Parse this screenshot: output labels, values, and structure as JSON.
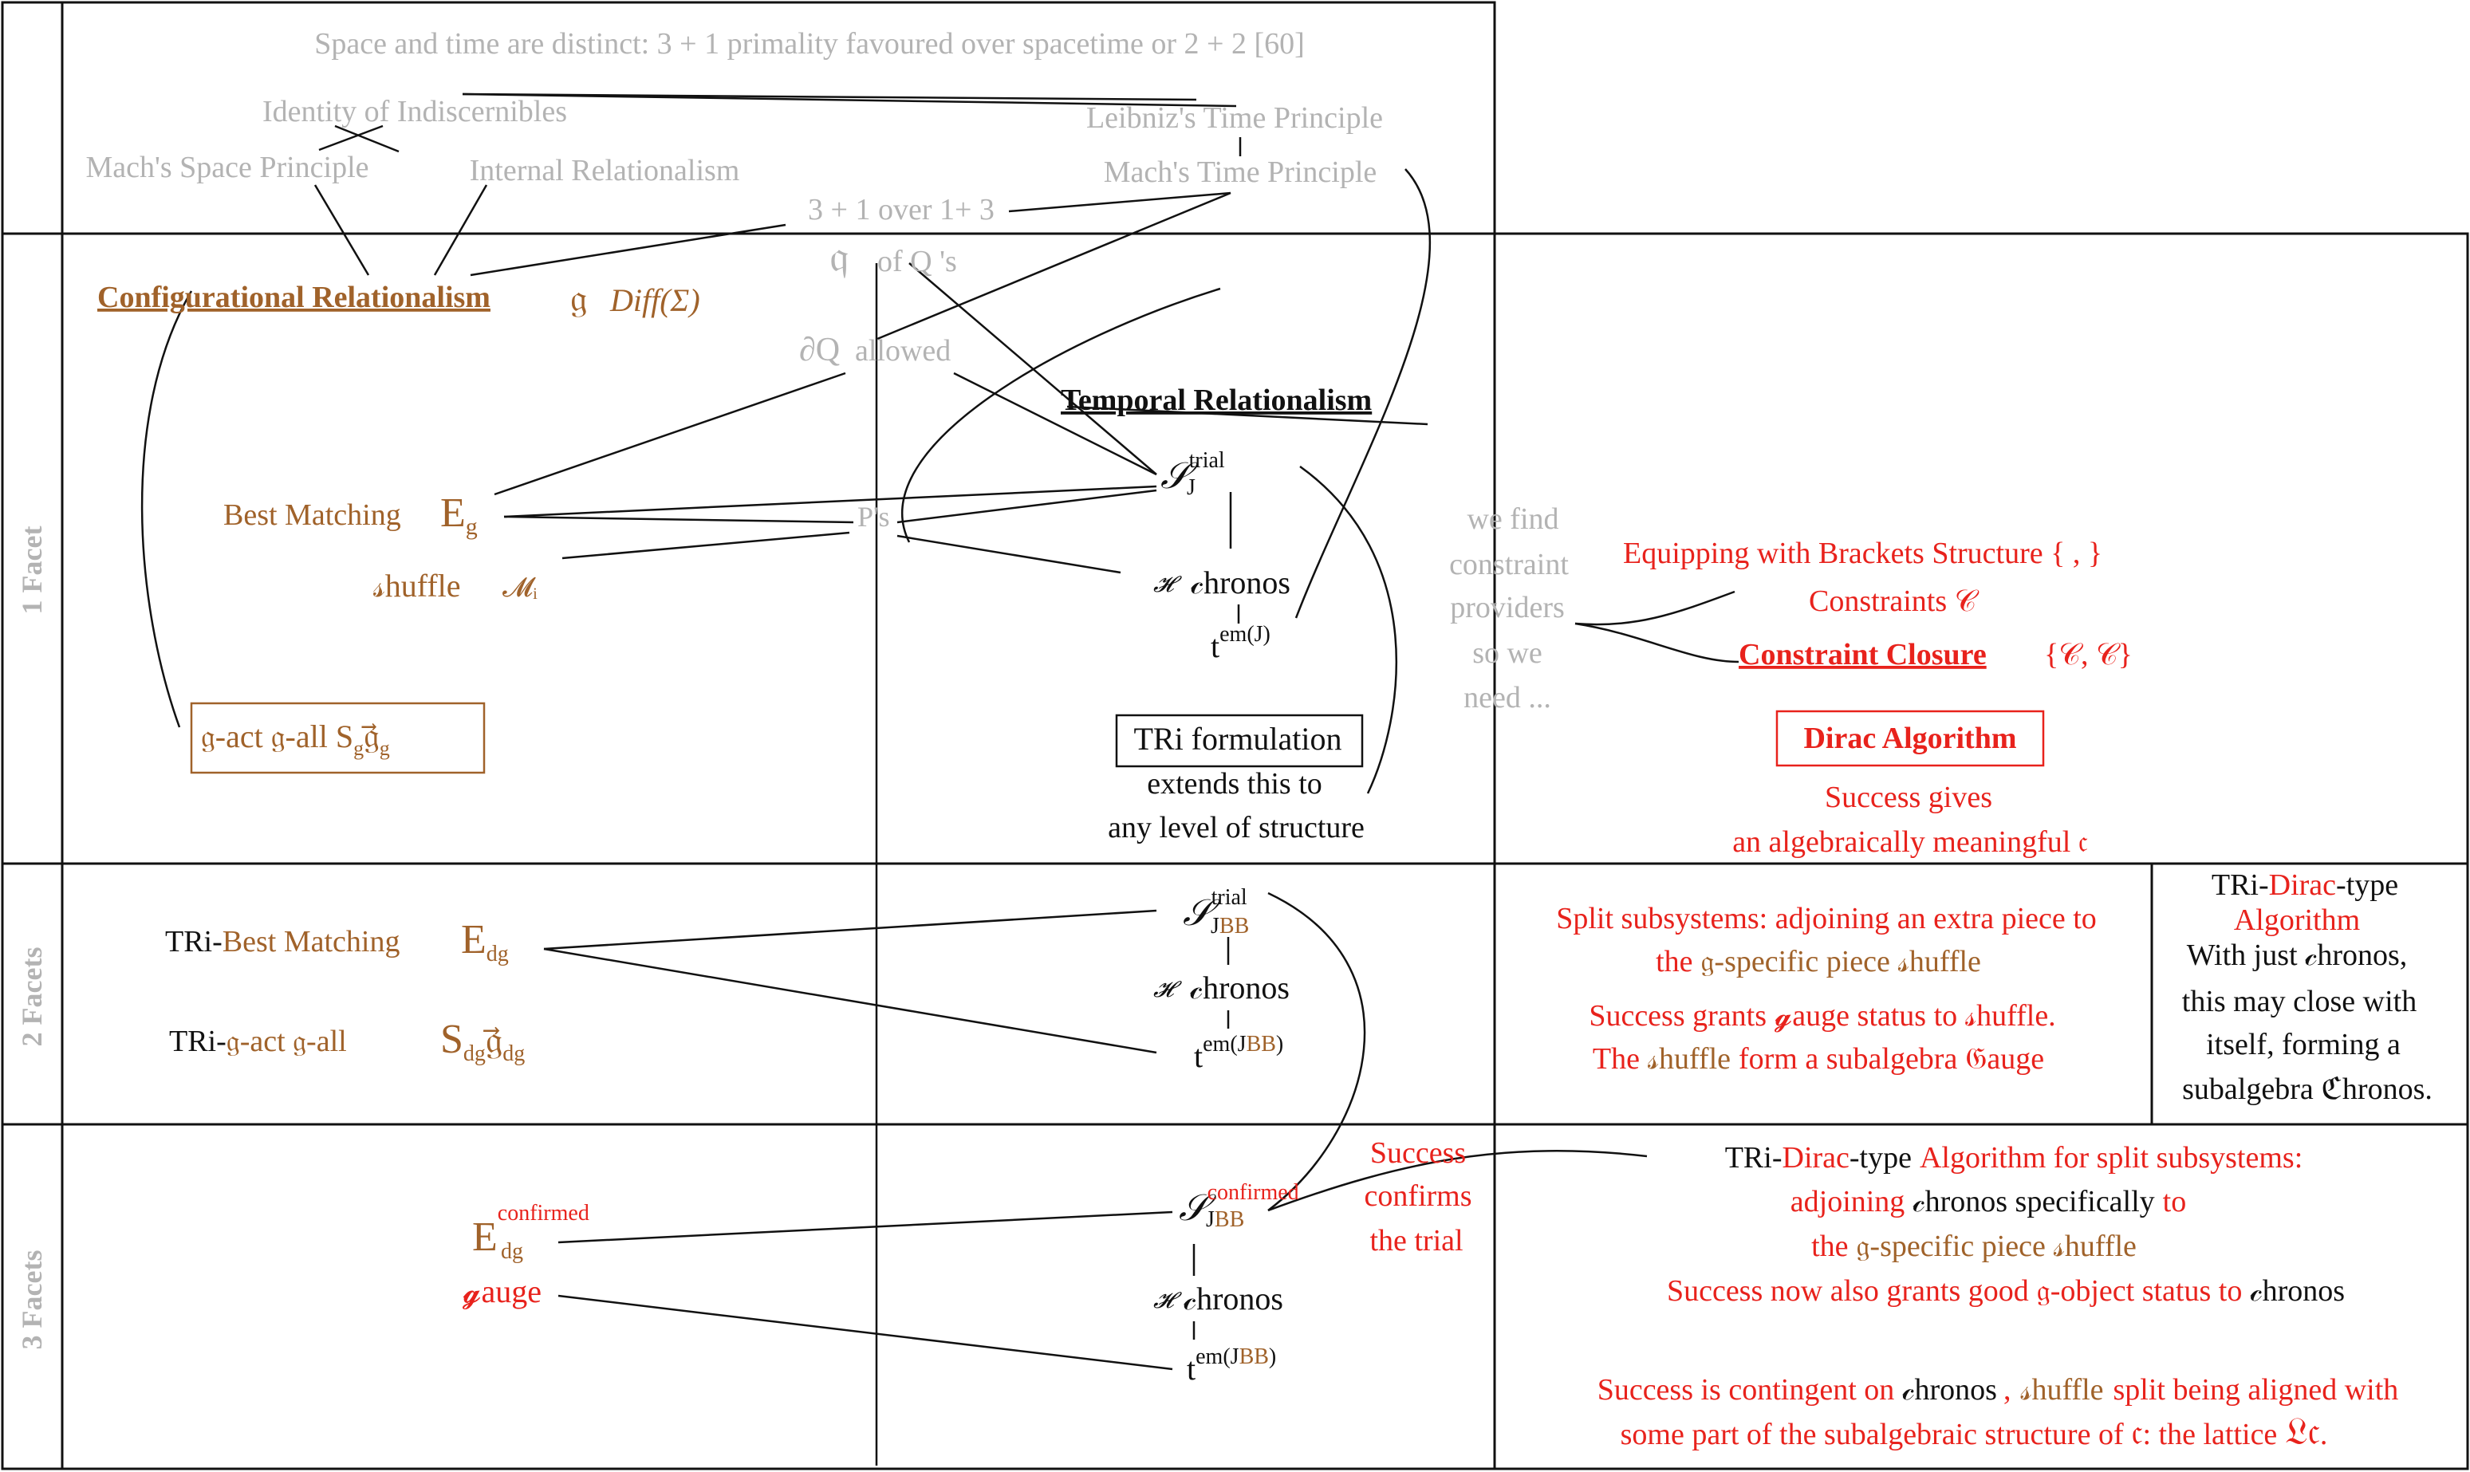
{
  "colors": {
    "gray": "#b3b3b3",
    "brown": "#a0622a",
    "red": "#e8221c",
    "black": "#111111"
  },
  "facets": {
    "one": "1 Facet",
    "two": "2 Facets",
    "three": "3 Facets"
  },
  "top": {
    "header": "Space and time are distinct: 3 + 1 primality favoured over spacetime or 2 + 2   [60]",
    "identity": "Identity of Indiscernibles",
    "leibniz": "Leibniz's Time Principle",
    "mach_space": "Mach's Space Principle",
    "internal": "Internal Relationalism",
    "mach_time": "Mach's Time Principle",
    "three_one": "3 + 1 over 1+ 3"
  },
  "row1": {
    "config_rel": "Configurational Relationalism",
    "g_symbol": "𝔤",
    "diff": "Diff(Σ)",
    "q_symbol": "𝔮",
    "of_qs": "of Q 's",
    "dq_symbol": "∂Q",
    "allowed": "allowed",
    "temporal_rel": "Temporal Relationalism",
    "s_letter": "𝒮",
    "s_sup_trial": "trial",
    "s_sub_j": "J",
    "best_matching": "Best Matching",
    "e_letter": "E",
    "e_sub_g": "g",
    "ps": "P's",
    "shuffle": "𝓈huffle",
    "m_i": "𝓜ᵢ",
    "h_letter": "𝓗",
    "chronos": "𝒸hronos",
    "t_letter": "t",
    "t_sup": "em(J)",
    "gact_box": "𝔤-act 𝔤-all S",
    "gact_sub1": "g",
    "g_vec": "𝔤⃗",
    "gact_sub2": "g",
    "tri_box": "TRi formulation",
    "extends1": "extends this to",
    "extends2": "any level of structure",
    "we_find": [
      "we find",
      "constraint",
      "providers",
      "so we",
      "need ..."
    ],
    "equipping": "Equipping with Brackets Structure { , }",
    "constraints": "Constraints 𝒞",
    "closure": "Constraint Closure",
    "closure_set": "{𝒞, 𝒞}",
    "dirac": "Dirac Algorithm",
    "success1": "Success gives",
    "success2": "an algebraically meaningful 𝔠"
  },
  "row2": {
    "tri_prefix": "TRi-",
    "best_matching": "Best Matching",
    "e_letter": "E",
    "e_sub": "dg",
    "tri_g": "TRi-",
    "gact": "𝔤-act 𝔤-all",
    "s_letter": "S",
    "s_sub": "dg",
    "gvec_sub": "dg",
    "sjbb_sup": "trial",
    "sjbb_sub": "JBB",
    "chronos": "𝒸hronos",
    "h_letter": "𝓗",
    "t_sup_em": "em(J",
    "t_sup_bb": "BB",
    "t_sup_end": ")",
    "split1": "Split subsystems: adjoining an extra piece to",
    "split2_a": "the",
    "split2_b": "𝔤-specific piece",
    "split2_c": "𝓈huffle",
    "grants_a": "Success grants",
    "grants_b": "𝓰auge status to",
    "grants_c": "𝓈huffle.",
    "subalg_a": "The",
    "subalg_b": "𝓈huffle",
    "subalg_c": "form a subalgebra",
    "subalg_d": "𝔊auge",
    "tri_dirac_a": "TRi-",
    "tri_dirac_b": "Dirac",
    "tri_dirac_c": "-type",
    "algorithm": "Algorithm",
    "with_just": "With just 𝒸hronos,",
    "may_close": "this may close with",
    "itself": "itself, forming a",
    "subalg_chronos": "subalgebra ℭhronos."
  },
  "row3": {
    "success_confirms": [
      "Success",
      "confirms",
      "the trial"
    ],
    "e_letter": "E",
    "e_sup": "confirmed",
    "e_sub": "dg",
    "gauge": "𝓰auge",
    "s_sup": "confirmed",
    "s_sub": "JBB",
    "h_letter": "𝓗",
    "chronos": "𝒸hronos",
    "t_sup_em": "em(J",
    "t_sup_bb": "BB",
    "t_sup_end": ")",
    "algo_a": "TRi-",
    "algo_b": "Dirac",
    "algo_c": "-type",
    "algo_d": "Algorithm for split subsystems:",
    "adjoin_a": "adjoining",
    "adjoin_b": "𝒸hronos specifically",
    "adjoin_c": "to",
    "piece_a": "the",
    "piece_b": "𝔤-specific piece",
    "piece_c": "𝓈huffle",
    "good_a": "Success now also grants good",
    "good_b": "𝔤-object status to",
    "good_c": "𝒸hronos",
    "contingent_a": "Success is contingent on",
    "contingent_b": "𝒸hronos",
    "contingent_c": ",",
    "contingent_d": "𝓈huffle",
    "contingent_e": "split being aligned with",
    "lattice_a": "some part of the subalgebraic structure of",
    "lattice_b": "𝔠",
    "lattice_c": ": the lattice",
    "lattice_d": "𝔏𝔠",
    "lattice_e": "."
  }
}
